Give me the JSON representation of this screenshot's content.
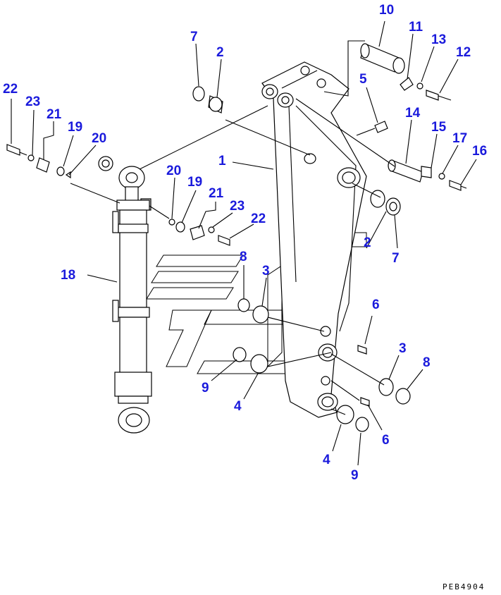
{
  "drawing_code": "PEB4904",
  "callouts": [
    {
      "label": "10"
    },
    {
      "label": "11"
    },
    {
      "label": "13"
    },
    {
      "label": "12"
    },
    {
      "label": "7"
    },
    {
      "label": "2"
    },
    {
      "label": "5"
    },
    {
      "label": "14"
    },
    {
      "label": "15"
    },
    {
      "label": "17"
    },
    {
      "label": "16"
    },
    {
      "label": "22"
    },
    {
      "label": "23"
    },
    {
      "label": "21"
    },
    {
      "label": "19"
    },
    {
      "label": "20"
    },
    {
      "label": "1"
    },
    {
      "label": "20"
    },
    {
      "label": "19"
    },
    {
      "label": "21"
    },
    {
      "label": "23"
    },
    {
      "label": "22"
    },
    {
      "label": "2"
    },
    {
      "label": "7"
    },
    {
      "label": "18"
    },
    {
      "label": "8"
    },
    {
      "label": "3"
    },
    {
      "label": "6"
    },
    {
      "label": "3"
    },
    {
      "label": "8"
    },
    {
      "label": "9"
    },
    {
      "label": "4"
    },
    {
      "label": "6"
    },
    {
      "label": "4"
    },
    {
      "label": "9"
    }
  ]
}
